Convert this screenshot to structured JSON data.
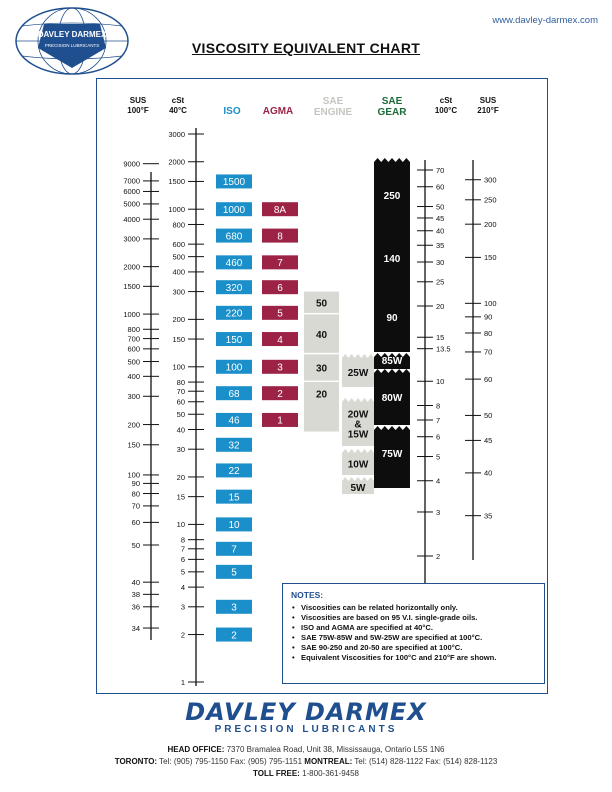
{
  "header": {
    "url": "www.davley-darmex.com",
    "logo_text": "DAVLEY DARMEX",
    "logo_sub": "PRECISION LUBRICANTS",
    "title": "VISCOSITY EQUIVALENT CHART"
  },
  "colors": {
    "iso": "#1b8fc9",
    "agma": "#9c2346",
    "sae_engine": "#d7d9d2",
    "sae_gear": "#0d0d0d",
    "frame": "#1f4f8f"
  },
  "columns": {
    "sus100": [
      "SUS",
      "100°F"
    ],
    "cst40": [
      "cSt",
      "40°C"
    ],
    "iso": "ISO",
    "agma": "AGMA",
    "sae_engine": [
      "SAE",
      "ENGINE"
    ],
    "sae_gear": [
      "SAE",
      "GEAR"
    ],
    "cst100": [
      "cSt",
      "100°C"
    ],
    "sus210": [
      "SUS",
      "210°F"
    ]
  },
  "chart_data": {
    "type": "table",
    "cst40_ticks": [
      "3000",
      "2000",
      "1500",
      "1000",
      "800",
      "600",
      "500",
      "400",
      "300",
      "200",
      "150",
      "100",
      "80",
      "70",
      "60",
      "50",
      "40",
      "30",
      "20",
      "15",
      "10",
      "8",
      "7",
      "6",
      "5",
      "4",
      "3",
      "2",
      "1"
    ],
    "sus100_ticks": [
      "9000",
      "7000",
      "6000",
      "5000",
      "4000",
      "3000",
      "2000",
      "1500",
      "1000",
      "800",
      "700",
      "600",
      "500",
      "400",
      "300",
      "200",
      "150",
      "100",
      "90",
      "80",
      "70",
      "60",
      "50",
      "40",
      "38",
      "36",
      "34"
    ],
    "iso_grades": [
      "1500",
      "1000",
      "680",
      "460",
      "320",
      "220",
      "150",
      "100",
      "68",
      "46",
      "32",
      "22",
      "15",
      "10",
      "7",
      "5",
      "3",
      "2"
    ],
    "agma_grades": [
      "8A",
      "8",
      "7",
      "6",
      "5",
      "4",
      "3",
      "2",
      "1"
    ],
    "sae_engine_grades": [
      "50",
      "40",
      "30",
      "20"
    ],
    "sae_engine_multi": [
      "25W",
      "20W\n&\n15W",
      "10W",
      "5W"
    ],
    "sae_gear_grades": [
      "250",
      "140",
      "90",
      "85W",
      "80W",
      "75W"
    ],
    "cst100_ticks": [
      "70",
      "60",
      "50",
      "45",
      "40",
      "35",
      "30",
      "25",
      "20",
      "15",
      "13.5",
      "10",
      "8",
      "7",
      "6",
      "5",
      "4",
      "3",
      "2"
    ],
    "sus210_ticks": [
      "300",
      "250",
      "200",
      "150",
      "100",
      "90",
      "80",
      "70",
      "60",
      "50",
      "45",
      "40",
      "35"
    ]
  },
  "notes": {
    "heading": "NOTES:",
    "items": [
      "Viscosities can be related horizontally only.",
      "Viscosities are based on 95 V.I. single-grade oils.",
      "ISO and AGMA are specified at 40°C.",
      "SAE 75W-85W and 5W-25W are specified at 100°C.",
      "SAE 90-250 and 20-50 are specified at 100°C.",
      "Equivalent Viscosities for 100°C and 210°F are shown."
    ]
  },
  "footer": {
    "brand": "DAVLEY DARMEX",
    "brand_sub": "PRECISION LUBRICANTS",
    "head_office_label": "HEAD OFFICE:",
    "head_office": "7370 Bramalea Road, Unit 38, Mississauga, Ontario L5S 1N6",
    "toronto_label": "TORONTO:",
    "toronto": "Tel: (905) 795-1150 Fax: (905) 795-1151",
    "montreal_label": "MONTREAL:",
    "montreal": "Tel: (514) 828-1122  Fax: (514) 828-1123",
    "tollfree_label": "TOLL FREE:",
    "tollfree": "1-800-361-9458"
  }
}
